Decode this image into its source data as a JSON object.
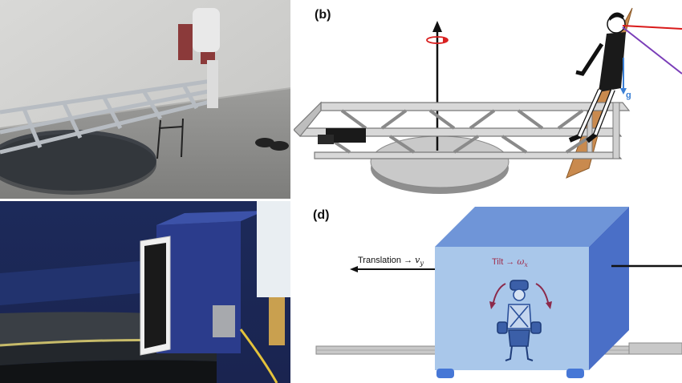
{
  "panels": {
    "b": {
      "label": "(b)",
      "gravity_label": "g"
    },
    "d": {
      "label": "(d)",
      "translation_label": "Translation → ",
      "translation_symbol": "v",
      "translation_subscript": "y",
      "tilt_label": "Tilt → ",
      "tilt_symbol": "ω",
      "tilt_subscript": "x"
    }
  },
  "colors": {
    "cabin_front": "#a9c7ea",
    "cabin_side": "#4a6fc7",
    "cabin_top": "#6f95d8",
    "cabin_feet": "#4677d6",
    "tilt_text": "#a0304f",
    "tilt_arrow": "#8c2a4b",
    "gravity": "#3a7fd5",
    "laser_red": "#d91a1a",
    "laser_purple": "#7a3db8",
    "board": "#c98a4e"
  }
}
